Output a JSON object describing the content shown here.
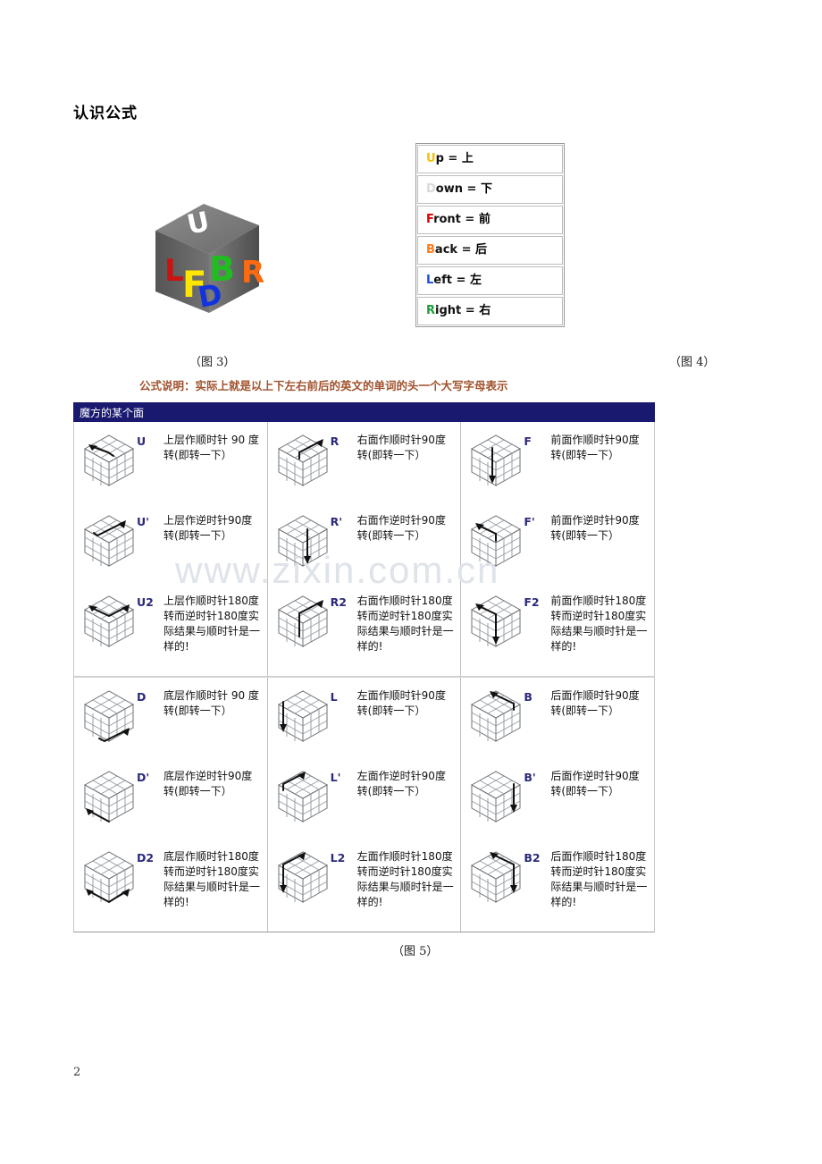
{
  "document": {
    "title": "认识公式",
    "page_number": "2",
    "watermark": "www.zixin.com.cn"
  },
  "figures": {
    "fig3_caption": "（图 3）",
    "fig4_caption": "（图 4）",
    "fig5_caption": "（图 5）"
  },
  "cube_logo": {
    "letters": [
      {
        "char": "U",
        "color": "#ffffff"
      },
      {
        "char": "L",
        "color": "#cc0000"
      },
      {
        "char": "F",
        "color": "#ffe600"
      },
      {
        "char": "B",
        "color": "#22bb22"
      },
      {
        "char": "R",
        "color": "#ff6600"
      },
      {
        "char": "D",
        "color": "#1133dd"
      }
    ]
  },
  "legend": {
    "rows": [
      {
        "initial": "U",
        "rest": "p",
        "equals": " = ",
        "cn": "上",
        "color": "#f5bf03"
      },
      {
        "initial": "D",
        "rest": "own",
        "equals": " = ",
        "cn": "下",
        "color": "#d9d9d9"
      },
      {
        "initial": "F",
        "rest": "ront",
        "equals": " = ",
        "cn": "前",
        "color": "#e00000"
      },
      {
        "initial": "B",
        "rest": "ack",
        "equals": " = ",
        "cn": "后",
        "color": "#ff7a1a"
      },
      {
        "initial": "L",
        "rest": "eft",
        "equals": " = ",
        "cn": "左",
        "color": "#1a4fd6"
      },
      {
        "initial": "R",
        "rest": "ight",
        "equals": " = ",
        "cn": "右",
        "color": "#1f9e3a"
      }
    ]
  },
  "explanation": "公式说明：实际上就是以上下左右前后的英文的单词的头一个大写字母表示",
  "table": {
    "header": "魔方的某个面",
    "columns_top": [
      {
        "moves": [
          {
            "code": "U",
            "desc": "上层作顺时针 90 度转(即转一下）",
            "arrow": "top-left"
          },
          {
            "code": "U'",
            "desc": "上层作逆时针90度转(即转一下）",
            "arrow": "top-right"
          },
          {
            "code": "U2",
            "desc": "上层作顺时针180度转而逆时针180度实际结果与顺时针是一样的!",
            "arrow": "top-double"
          }
        ]
      },
      {
        "moves": [
          {
            "code": "R",
            "desc": "右面作顺时针90度转(即转一下）",
            "arrow": "right-up"
          },
          {
            "code": "R'",
            "desc": "右面作逆时针90度转(即转一下）",
            "arrow": "right-down"
          },
          {
            "code": "R2",
            "desc": "右面作顺时针180度转而逆时针180度实际结果与顺时针是一样的!",
            "arrow": "right-double"
          }
        ]
      },
      {
        "moves": [
          {
            "code": "F",
            "desc": "前面作顺时针90度转(即转一下）",
            "arrow": "front-down"
          },
          {
            "code": "F'",
            "desc": "前面作逆时针90度转(即转一下）",
            "arrow": "front-left"
          },
          {
            "code": "F2",
            "desc": "前面作顺时针180度转而逆时针180度实际结果与顺时针是一样的!",
            "arrow": "front-double"
          }
        ]
      }
    ],
    "columns_bottom": [
      {
        "moves": [
          {
            "code": "D",
            "desc": "底层作顺时针 90 度转(即转一下）",
            "arrow": "bottom-right"
          },
          {
            "code": "D'",
            "desc": "底层作逆时针90度转(即转一下）",
            "arrow": "bottom-left"
          },
          {
            "code": "D2",
            "desc": "底层作顺时针180度转而逆时针180度实际结果与顺时针是一样的!",
            "arrow": "bottom-double"
          }
        ]
      },
      {
        "moves": [
          {
            "code": "L",
            "desc": "左面作顺时针90度转(即转一下）",
            "arrow": "left-down"
          },
          {
            "code": "L'",
            "desc": "左面作逆时针90度转(即转一下）",
            "arrow": "left-up"
          },
          {
            "code": "L2",
            "desc": "左面作顺时针180度转而逆时针180度实际结果与顺时针是一样的!",
            "arrow": "left-double"
          }
        ]
      },
      {
        "moves": [
          {
            "code": "B",
            "desc": "后面作顺时针90度转(即转一下）",
            "arrow": "back-left"
          },
          {
            "code": "B'",
            "desc": "后面作逆时针90度转(即转一下）",
            "arrow": "back-down"
          },
          {
            "code": "B2",
            "desc": "后面作顺时针180度转而逆时针180度实际结果与顺时针是一样的!",
            "arrow": "back-double"
          }
        ]
      }
    ]
  },
  "colors": {
    "header_bar": "#191970",
    "move_code": "#2a2a7a",
    "explanation": "#a0522d",
    "watermark": "#dfe3ea"
  }
}
